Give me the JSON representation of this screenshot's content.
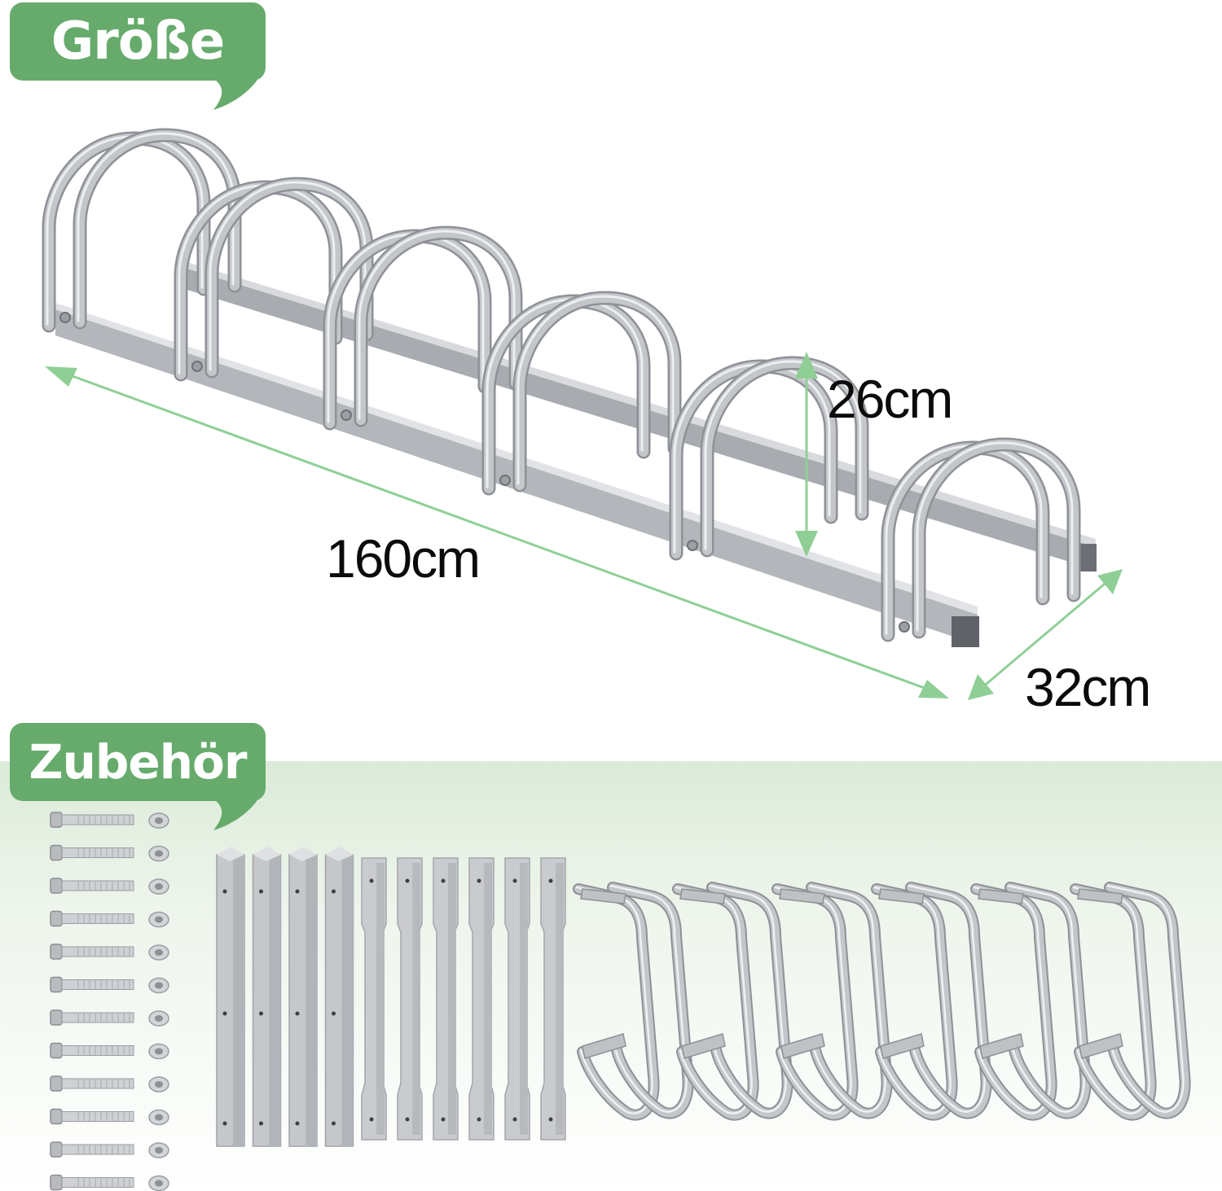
{
  "labels": {
    "size": "Größe",
    "accessories": "Zubehör"
  },
  "dimensions": {
    "length": "160cm",
    "height": "26cm",
    "depth": "32cm"
  },
  "colors": {
    "accent_green": "#67ab6c",
    "arrow_green": "#8fcf96",
    "metal": "#c4c6ca",
    "accessories_bg": "#e9f2e6"
  },
  "accessories": {
    "bolts": 12,
    "nuts": 12,
    "long_profiles": 4,
    "short_profiles": 6,
    "holders": 6
  }
}
